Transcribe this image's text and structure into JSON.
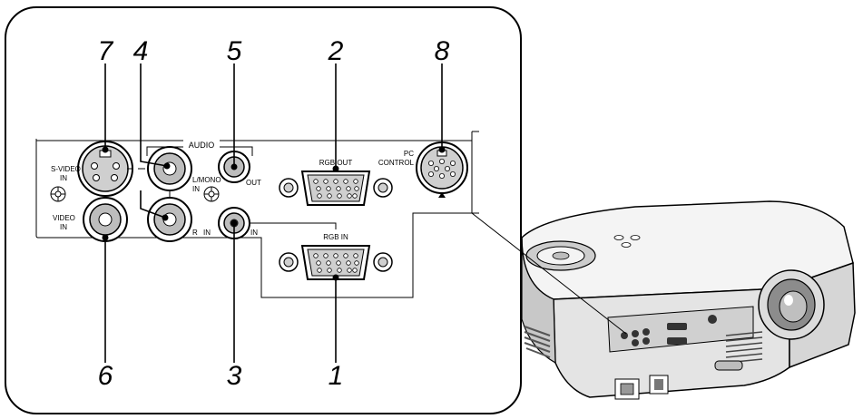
{
  "diagram": {
    "callouts": [
      {
        "id": "c7",
        "number": "7"
      },
      {
        "id": "c4",
        "number": "4"
      },
      {
        "id": "c5",
        "number": "5"
      },
      {
        "id": "c2",
        "number": "2"
      },
      {
        "id": "c8",
        "number": "8"
      },
      {
        "id": "c6",
        "number": "6"
      },
      {
        "id": "c3",
        "number": "3"
      },
      {
        "id": "c1",
        "number": "1"
      }
    ],
    "panel_labels": {
      "audio": "AUDIO",
      "s_video": "S-VIDEO",
      "s_video_in": "IN",
      "video": "VIDEO",
      "video_in": "IN",
      "l_mono": "L/MONO",
      "l_mono_in": "IN",
      "r": "R",
      "audio_in": "IN",
      "audio_out": "OUT",
      "rgb_out": "RGB OUT",
      "rgb_in": "RGB IN",
      "rgb_in_line": "IN",
      "pc": "PC",
      "control": "CONTROL"
    }
  }
}
